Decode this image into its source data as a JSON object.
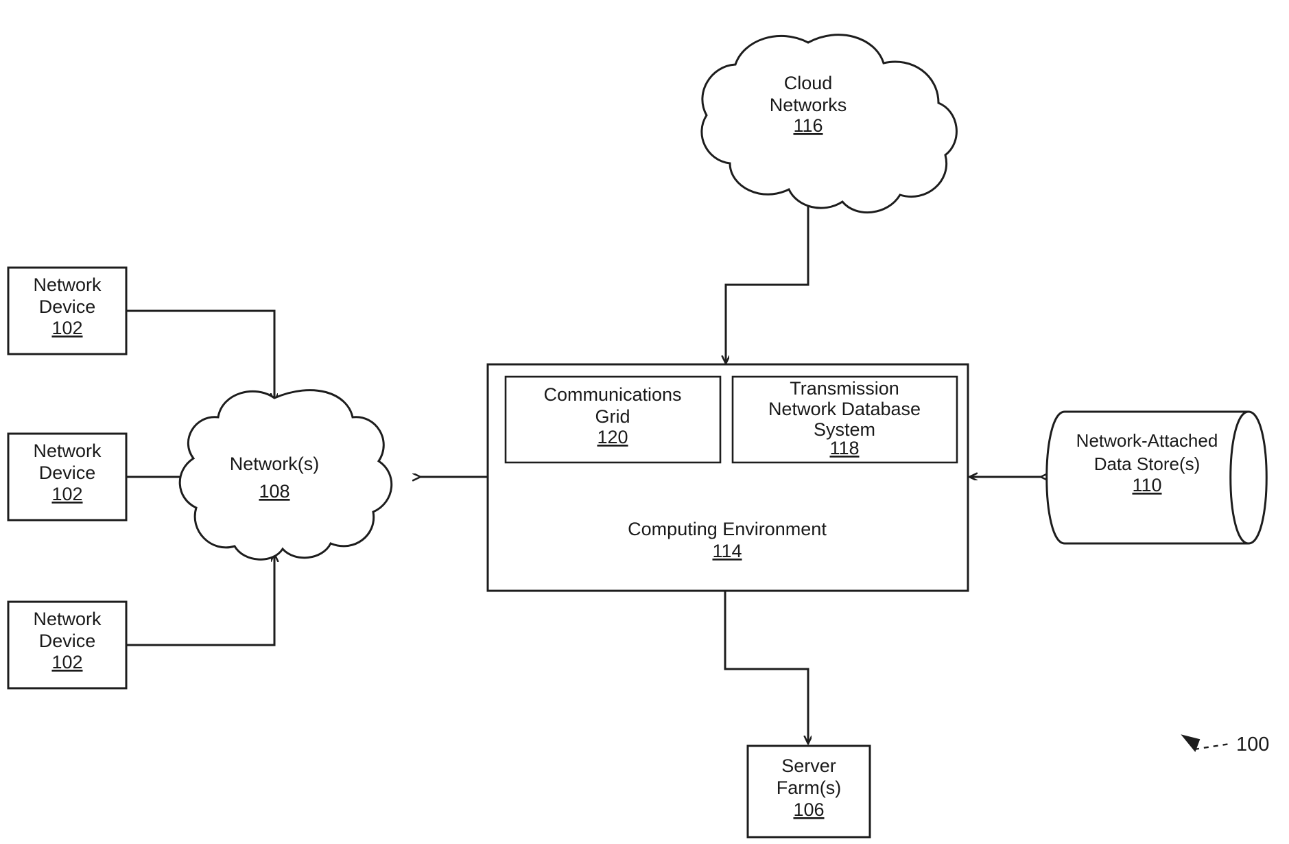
{
  "figure": {
    "figure_reference": "100",
    "background_color": "#ffffff",
    "line_color": "#1d1d1d",
    "text_color": "#1a1a1a"
  },
  "nodes": {
    "network_device_top": {
      "shape": "rectangle",
      "line1": "Network",
      "line2": "Device",
      "ref": "102"
    },
    "network_device_middle": {
      "shape": "rectangle",
      "line1": "Network",
      "line2": "Device",
      "ref": "102"
    },
    "network_device_bottom": {
      "shape": "rectangle",
      "line1": "Network",
      "line2": "Device",
      "ref": "102"
    },
    "networks_cloud": {
      "shape": "cloud",
      "line1": "Network(s)",
      "ref": "108"
    },
    "cloud_networks": {
      "shape": "cloud",
      "line1": "Cloud",
      "line2": "Networks",
      "ref": "116"
    },
    "computing_environment": {
      "shape": "rectangle",
      "line1": "Computing Environment",
      "ref": "114"
    },
    "communications_grid": {
      "shape": "rectangle",
      "line1": "Communications",
      "line2": "Grid",
      "ref": "120"
    },
    "transmission_network_database_system": {
      "shape": "rectangle",
      "line1": "Transmission",
      "line2": "Network Database",
      "line3": "System",
      "ref": "118"
    },
    "network_attached_data_store": {
      "shape": "cylinder",
      "line1": "Network-Attached",
      "line2": "Data Store(s)",
      "ref": "110"
    },
    "server_farm": {
      "shape": "rectangle",
      "line1": "Server",
      "line2": "Farm(s)",
      "ref": "106"
    }
  },
  "connections": [
    {
      "name": "network-device-top-to-networks-cloud",
      "from": "network_device_top",
      "to": "networks_cloud",
      "arrows": "both"
    },
    {
      "name": "network-device-middle-to-networks-cloud",
      "from": "network_device_middle",
      "to": "networks_cloud",
      "arrows": "both"
    },
    {
      "name": "network-device-bottom-to-networks-cloud",
      "from": "network_device_bottom",
      "to": "networks_cloud",
      "arrows": "both"
    },
    {
      "name": "networks-cloud-to-computing-environment",
      "from": "networks_cloud",
      "to": "computing_environment",
      "arrows": "both"
    },
    {
      "name": "cloud-networks-to-computing-environment",
      "from": "cloud_networks",
      "to": "computing_environment",
      "arrows": "both"
    },
    {
      "name": "data-store-to-computing-environment",
      "from": "network_attached_data_store",
      "to": "computing_environment",
      "arrows": "both"
    },
    {
      "name": "server-farm-to-computing-environment",
      "from": "server_farm",
      "to": "computing_environment",
      "arrows": "both"
    }
  ]
}
